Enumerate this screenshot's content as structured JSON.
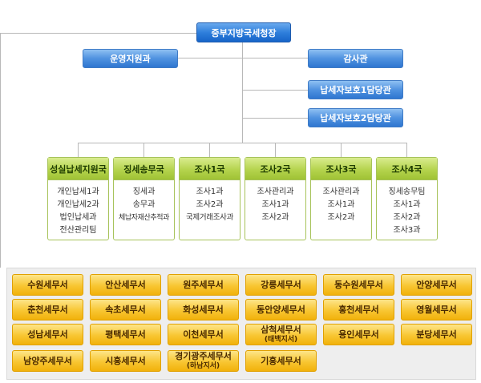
{
  "top": {
    "label": "중부지방국세청장"
  },
  "staff": {
    "left": "운영지원과",
    "right": [
      "감사관",
      "납세자보호1담당관",
      "납세자보호2담당관"
    ]
  },
  "departments": [
    {
      "name": "성실납세지원국",
      "items": [
        "개인납세1과",
        "개인납세2과",
        "법인납세과",
        "전산관리팀"
      ]
    },
    {
      "name": "징세송무국",
      "items": [
        "징세과",
        "송무과",
        "체납자재산추적과"
      ]
    },
    {
      "name": "조사1국",
      "items": [
        "조사1과",
        "조사2과",
        "국제거래조사과"
      ]
    },
    {
      "name": "조사2국",
      "items": [
        "조사관리과",
        "조사1과",
        "조사2과"
      ]
    },
    {
      "name": "조사3국",
      "items": [
        "조사관리과",
        "조사1과",
        "조사2과"
      ]
    },
    {
      "name": "조사4국",
      "items": [
        "징세송무팀",
        "조사1과",
        "조사2과",
        "조사3과"
      ]
    }
  ],
  "tax_offices": [
    {
      "name": "수원세무서",
      "sub": ""
    },
    {
      "name": "안산세무서",
      "sub": ""
    },
    {
      "name": "원주세무서",
      "sub": ""
    },
    {
      "name": "강릉세무서",
      "sub": ""
    },
    {
      "name": "동수원세무서",
      "sub": ""
    },
    {
      "name": "안양세무서",
      "sub": ""
    },
    {
      "name": "춘천세무서",
      "sub": ""
    },
    {
      "name": "속초세무서",
      "sub": ""
    },
    {
      "name": "화성세무서",
      "sub": ""
    },
    {
      "name": "동안양세무서",
      "sub": ""
    },
    {
      "name": "홍천세무서",
      "sub": ""
    },
    {
      "name": "영월세무서",
      "sub": ""
    },
    {
      "name": "성남세무서",
      "sub": ""
    },
    {
      "name": "평택세무서",
      "sub": ""
    },
    {
      "name": "이천세무서",
      "sub": ""
    },
    {
      "name": "삼척세무서",
      "sub": "(태백지서)"
    },
    {
      "name": "용인세무서",
      "sub": ""
    },
    {
      "name": "분당세무서",
      "sub": ""
    },
    {
      "name": "남양주세무서",
      "sub": ""
    },
    {
      "name": "시흥세무서",
      "sub": ""
    },
    {
      "name": "경기광주세무서",
      "sub": "(하남지서)"
    },
    {
      "name": "기흥세무서",
      "sub": ""
    }
  ]
}
